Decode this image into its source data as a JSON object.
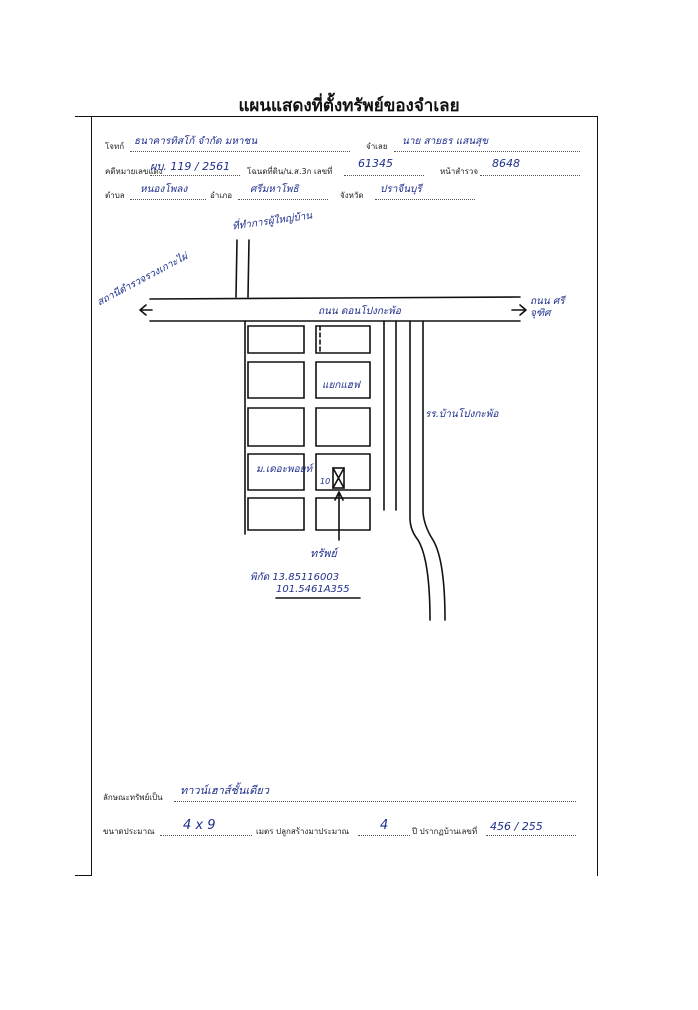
{
  "title": "แผนแสดงที่ตั้งทรัพย์ของจำเลย",
  "fields": {
    "plaintiff_label": "โจทก์",
    "plaintiff": "ธนาคารทิสโก้ จำกัด มหาชน",
    "defendant_label": "จำเลย",
    "defendant": "นาย สายธร แสนสุข",
    "case_label": "คดีหมายเลขแดง",
    "case_no": "ผบ. 119 / 2561",
    "deed_label": "โฉนดที่ดิน/น.ส.3ก เลขที่",
    "deed_no": "61345",
    "survey_label": "หน้าสำรวจ",
    "survey_no": "8648",
    "subdistrict_label": "ตำบล",
    "subdistrict": "หนองโพลง",
    "district_label": "อำเภอ",
    "district": "ศรีมหาโพธิ",
    "province_label": "จังหวัด",
    "province": "ปราจีนบุรี"
  },
  "map": {
    "road_north": "ที่ทำการผู้ใหญ่บ้าน",
    "road_west": "สถานีตำรวจรวงเกาะไผ่",
    "road_east": "ถนน ศรีจุฑิศ",
    "main_road": "ถนน ดอนโปงกะพ้อ",
    "school": "รร.บ้านโปงกะพ้อ",
    "soi_1": "แยกแฮฟ",
    "soi_2": "ม.เดอะพอยท์",
    "lot_no": "10",
    "property_label": "ทรัพย์",
    "lat": "พิกัด 13.85116003",
    "lng": "101.5461A355"
  },
  "footer": {
    "type_label": "ลักษณะทรัพย์เป็น",
    "type_value": "ทาวน์เฮาส์ชั้นเดียว",
    "size_label": "ขนาดประมาณ",
    "size_value": "4 x 9",
    "age_label": "เมตร ปลูกสร้างมาประมาณ",
    "age_value": "4",
    "house_label": "ปี ปรากฏบ้านเลขที่",
    "house_no": "456 / 255"
  }
}
